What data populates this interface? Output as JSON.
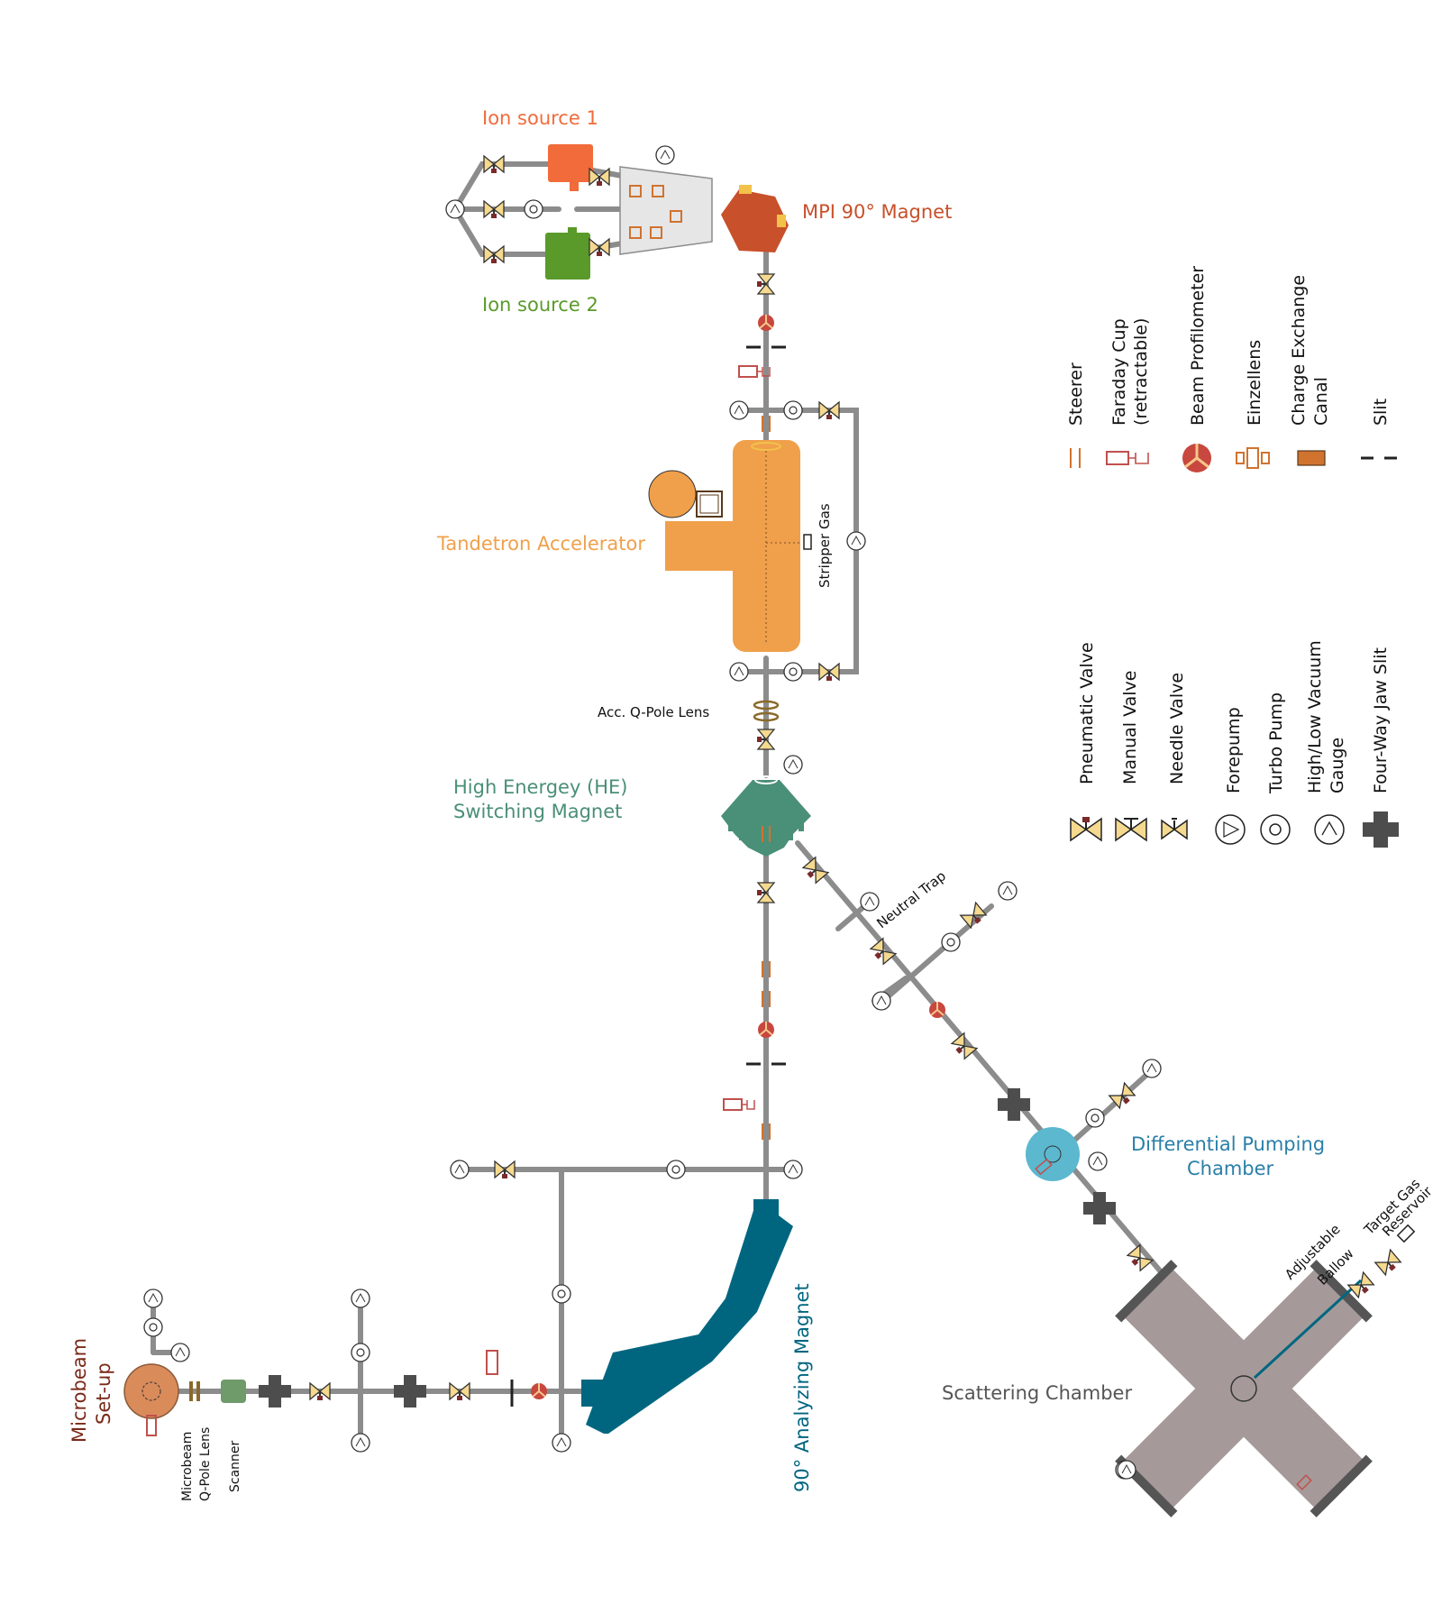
{
  "labels": {
    "ion_source_1": "Ion source 1",
    "ion_source_2": "Ion source 2",
    "mpi_magnet": "MPI 90° Magnet",
    "tandetron": "Tandetron Accelerator",
    "stripper_gas": "Stripper Gas",
    "acc_qpole": "Acc. Q-Pole Lens",
    "he_magnet_line1": "High Energey (HE)",
    "he_magnet_line2": "Switching Magnet",
    "neutral_trap": "Neutral Trap",
    "diff_pumping_line1": "Differential Pumping",
    "diff_pumping_line2": "Chamber",
    "scattering_chamber": "Scattering Chamber",
    "analyzing_magnet": "90° Analyzing Magnet",
    "adjustable_ballow_line1": "Adjustable",
    "adjustable_ballow_line2": "Ballow",
    "target_gas_line1": "Target Gas",
    "target_gas_line2": "Reservoir",
    "microbeam_line1": "Microbeam",
    "microbeam_line2": "Set-up",
    "microbeam_qpole_line1": "Microbeam",
    "microbeam_qpole_line2": "Q-Pole Lens",
    "scanner": "Scanner"
  },
  "legend_top": [
    {
      "label": "Steerer",
      "icon": "steerer-icon"
    },
    {
      "label": "Faraday Cup\n(retractable)",
      "icon": "faraday-cup-icon"
    },
    {
      "label": "Beam Profilometer",
      "icon": "beam-profilometer-icon"
    },
    {
      "label": "Einzellens",
      "icon": "einzellens-icon"
    },
    {
      "label": "Charge Exchange\nCanal",
      "icon": "charge-exchange-canal-icon"
    },
    {
      "label": "Slit",
      "icon": "slit-icon"
    }
  ],
  "legend_bottom": [
    {
      "label": "Pneumatic Valve",
      "icon": "pneumatic-valve-icon"
    },
    {
      "label": "Manual Valve",
      "icon": "manual-valve-icon"
    },
    {
      "label": "Needle Valve",
      "icon": "needle-valve-icon"
    },
    {
      "label": "Forepump",
      "icon": "forepump-icon"
    },
    {
      "label": "Turbo Pump",
      "icon": "turbo-pump-icon"
    },
    {
      "label": "High/Low Vacuum\nGauge",
      "icon": "vacuum-gauge-icon"
    },
    {
      "label": "Four-Way Jaw Slit",
      "icon": "four-way-jaw-slit-icon"
    }
  ],
  "colors": {
    "ion_source_1": "#f26b3a",
    "ion_source_2": "#5a9a2a",
    "mpi_magnet": "#c8502a",
    "tandetron": "#f0a04b",
    "he_magnet": "#4a8f77",
    "diff_pumping": "#5bb8cf",
    "analyzing_magnet": "#006680",
    "scattering_chamber": "#a59a99",
    "microbeam": "#d98b5a",
    "pipe": "#8c8c8c",
    "valve": "#f5d98f",
    "slit_block": "#4d4d4d",
    "profilometer": "#c8473f"
  }
}
